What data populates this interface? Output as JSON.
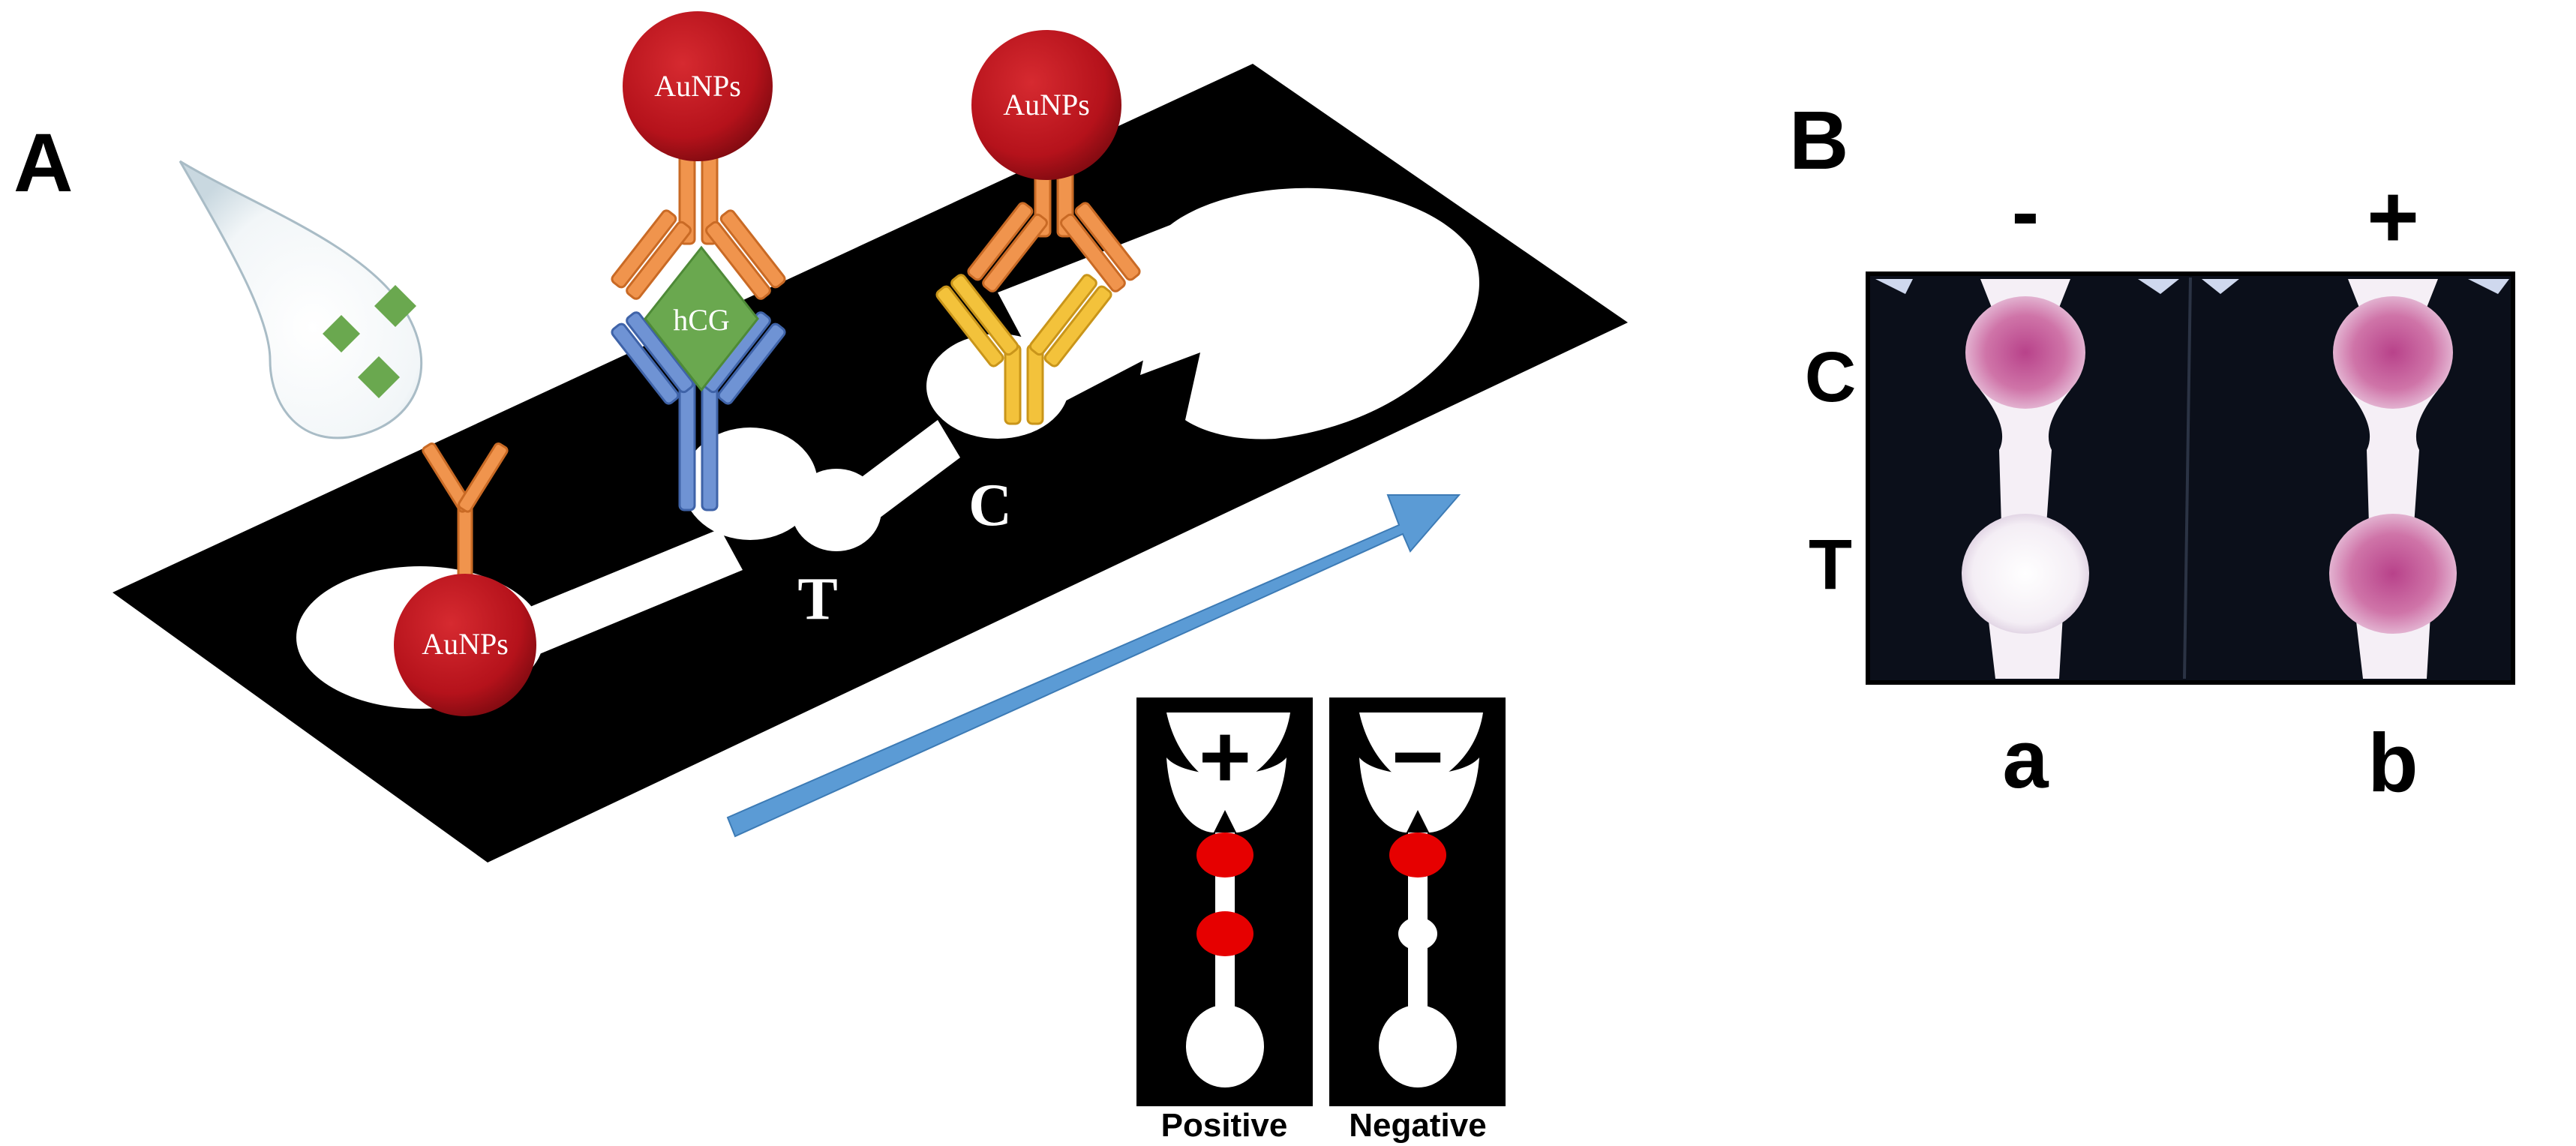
{
  "panel_a": {
    "label": "A",
    "particle_label": "AuNPs",
    "analyte_label": "hCG",
    "test_line_label": "T",
    "control_line_label": "C",
    "legend": {
      "positive_symbol": "+",
      "negative_symbol": "−",
      "positive_caption": "Positive",
      "negative_caption": "Negative"
    }
  },
  "panel_b": {
    "label": "B",
    "negative_sign": "-",
    "positive_sign": "+",
    "control_label": "C",
    "test_label": "T",
    "strip_a_label": "a",
    "strip_b_label": "b"
  },
  "colors": {
    "aunp_red": "#b5121b",
    "analyte_green": "#6aa84f",
    "antibody_orange": "#f0944d",
    "antibody_blue": "#6f93d4",
    "antibody_yellow": "#f3c23b",
    "flow_arrow_blue": "#5b9bd5",
    "band_pink": "#c9629b"
  },
  "icons": [
    "droplet-icon",
    "flow-arrow-icon"
  ]
}
